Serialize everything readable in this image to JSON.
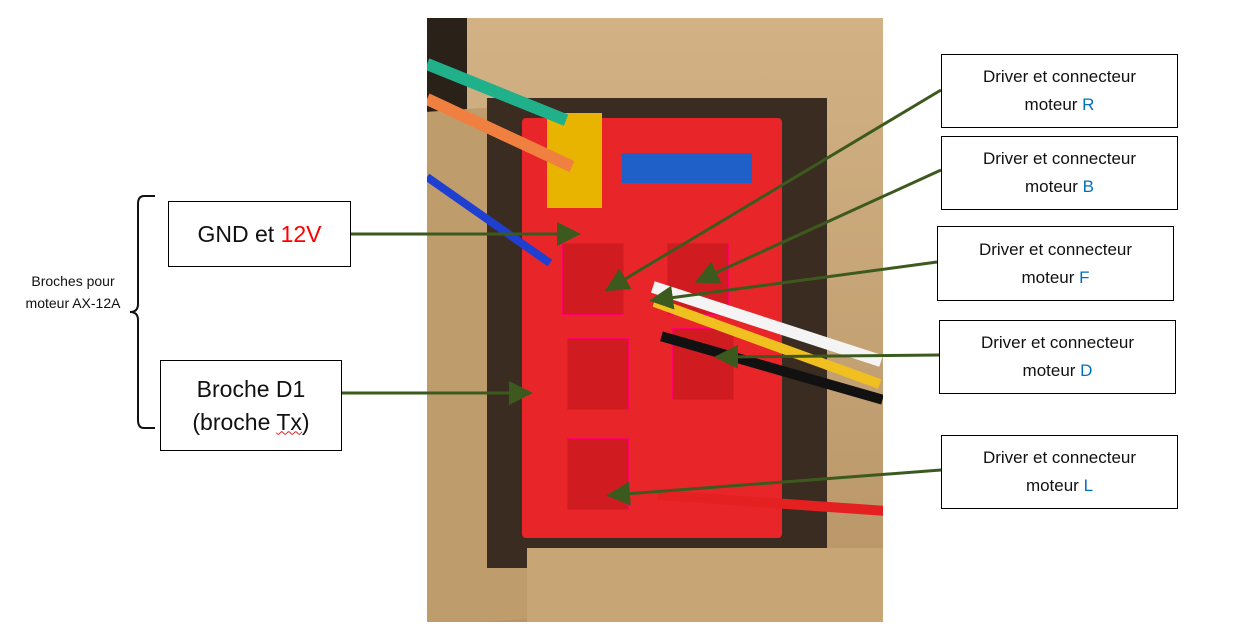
{
  "side_label": "Broches pour moteur AX-12A",
  "labels": {
    "gnd": {
      "text": "GND et ",
      "highlight": "12V"
    },
    "d1": {
      "line1": "Broche D1",
      "line2_prefix": "(broche ",
      "line2_word": "Tx",
      "line2_suffix": ")"
    },
    "drivers": [
      {
        "line1": "Driver et connecteur",
        "prefix": "moteur ",
        "letter": "R"
      },
      {
        "line1": "Driver et connecteur",
        "prefix": "moteur ",
        "letter": "B"
      },
      {
        "line1": "Driver et connecteur",
        "prefix": "moteur ",
        "letter": "F"
      },
      {
        "line1": "Driver et connecteur",
        "prefix": "moteur ",
        "letter": "D"
      },
      {
        "line1": "Driver et connecteur",
        "prefix": "moteur ",
        "letter": "L"
      }
    ]
  },
  "colors": {
    "arrow": "#3d5a1e",
    "highlight_red": "#ff0000",
    "highlight_blue": "#0070c0",
    "board": "#e8262a"
  }
}
